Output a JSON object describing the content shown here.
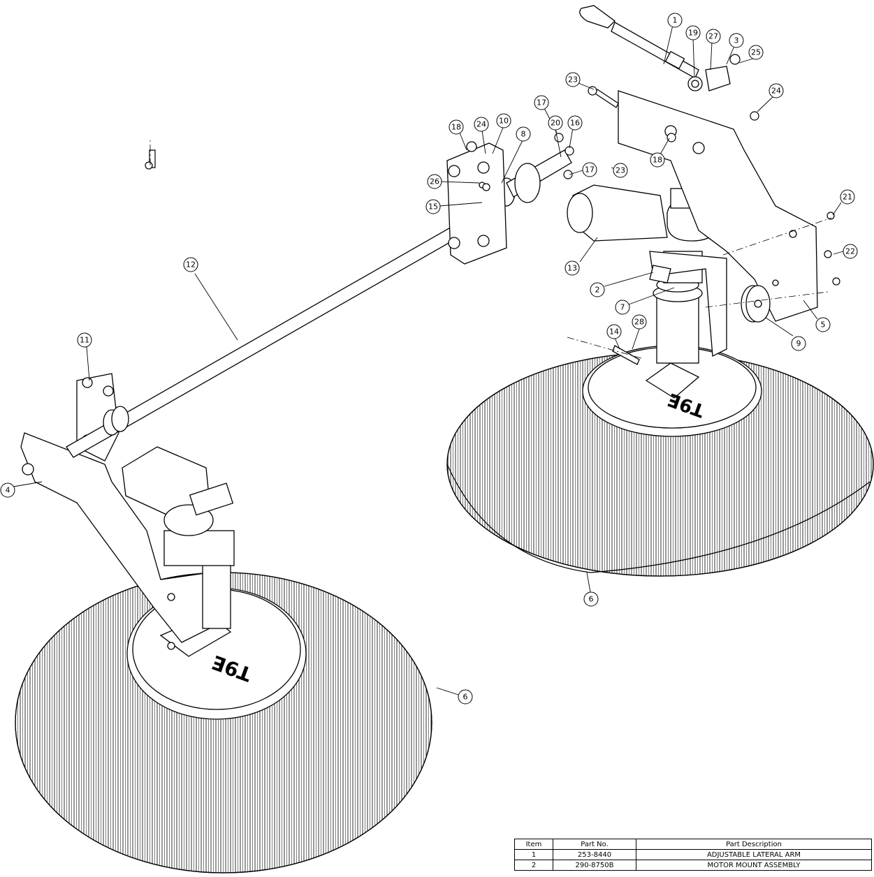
{
  "callouts": {
    "c1": "1",
    "c2": "2",
    "c3": "3",
    "c4": "4",
    "c5": "5",
    "c6a": "6",
    "c6b": "6",
    "c7": "7",
    "c8": "8",
    "c9": "9",
    "c10": "10",
    "c11": "11",
    "c12": "12",
    "c13": "13",
    "c14": "14",
    "c15": "15",
    "c16": "16",
    "c17a": "17",
    "c17b": "17",
    "c18a": "18",
    "c18b": "18",
    "c19": "19",
    "c20": "20",
    "c21": "21",
    "c22": "22",
    "c23a": "23",
    "c23b": "23",
    "c24a": "24",
    "c24b": "24",
    "c25": "25",
    "c26": "26",
    "c27": "27",
    "c28": "28"
  },
  "brush_marking": "T9E",
  "parts_table": {
    "headers": [
      "Item",
      "Part No.",
      "Part Description"
    ],
    "rows": [
      [
        "1",
        "253-8440",
        "ADJUSTABLE LATERAL ARM"
      ],
      [
        "2",
        "290-8750B",
        "MOTOR MOUNT ASSEMBLY"
      ]
    ]
  }
}
